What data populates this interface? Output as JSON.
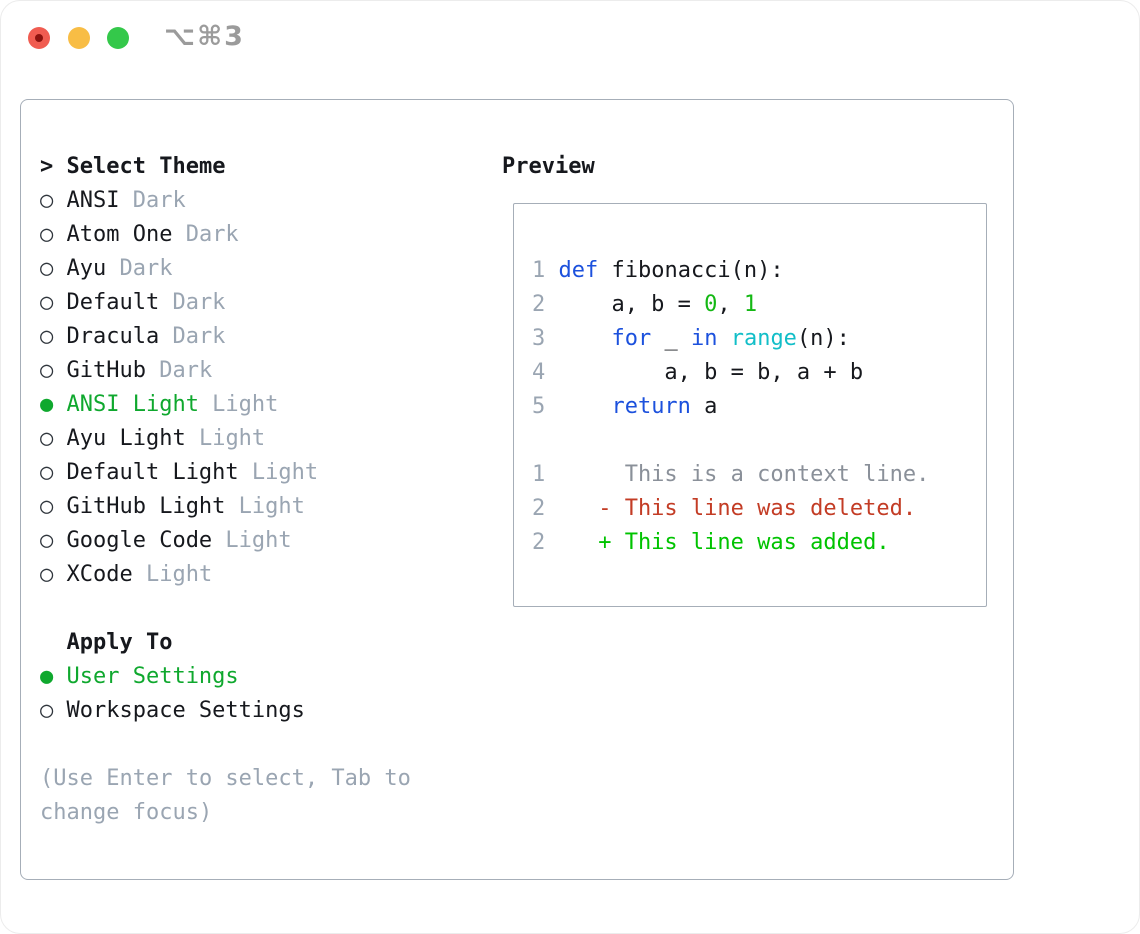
{
  "titlebar": {
    "title": "⌥⌘3"
  },
  "icons": {
    "prompt": "> ",
    "radio_on": "● ",
    "radio_off": "○ "
  },
  "colors": {
    "fg": "#16181d",
    "muted": "#9aa5b2",
    "radio": "#2f353c",
    "border": "#a6aeb8",
    "title_gray": "#9b9b9b",
    "green_sel": "#0fa82e",
    "blue": "#1c51dd",
    "cyan": "#12bec8",
    "green": "#14b814",
    "green_add": "#00c300",
    "red": "#c33c25",
    "context": "#8a9099",
    "traffic_red": "#f05c51",
    "traffic_red_dot": "#8c130f",
    "traffic_yellow": "#f8bd45",
    "traffic_green": "#34c84a"
  },
  "theme": {
    "header": "Select Theme",
    "items": [
      {
        "name": "ANSI",
        "tag": "Dark",
        "selected": false
      },
      {
        "name": "Atom One",
        "tag": "Dark",
        "selected": false
      },
      {
        "name": "Ayu",
        "tag": "Dark",
        "selected": false
      },
      {
        "name": "Default",
        "tag": "Dark",
        "selected": false
      },
      {
        "name": "Dracula",
        "tag": "Dark",
        "selected": false
      },
      {
        "name": "GitHub",
        "tag": "Dark",
        "selected": false
      },
      {
        "name": "ANSI Light",
        "tag": "Light",
        "selected": true
      },
      {
        "name": "Ayu Light",
        "tag": "Light",
        "selected": false
      },
      {
        "name": "Default Light",
        "tag": "Light",
        "selected": false
      },
      {
        "name": "GitHub Light",
        "tag": "Light",
        "selected": false
      },
      {
        "name": "Google Code",
        "tag": "Light",
        "selected": false
      },
      {
        "name": "XCode",
        "tag": "Light",
        "selected": false
      }
    ]
  },
  "apply": {
    "header": "Apply To",
    "items": [
      {
        "name": "User Settings",
        "selected": true
      },
      {
        "name": "Workspace Settings",
        "selected": false
      }
    ]
  },
  "hint": {
    "line1": "(Use Enter to select, Tab to",
    "line2": "change focus)"
  },
  "preview": {
    "header": "Preview",
    "lines": [
      {
        "num": "1",
        "tokens": [
          [
            "def",
            "blue"
          ],
          [
            " fibonacci(n):",
            "fg"
          ]
        ]
      },
      {
        "num": "2",
        "tokens": [
          [
            "    a, b = ",
            "fg"
          ],
          [
            "0",
            "green"
          ],
          [
            ", ",
            "fg"
          ],
          [
            "1",
            "green"
          ]
        ]
      },
      {
        "num": "3",
        "tokens": [
          [
            "    ",
            "fg"
          ],
          [
            "for",
            "blue"
          ],
          [
            " _ ",
            "fg"
          ],
          [
            "in",
            "blue"
          ],
          [
            " ",
            "fg"
          ],
          [
            "range",
            "cyan"
          ],
          [
            "(n):",
            "fg"
          ]
        ]
      },
      {
        "num": "4",
        "tokens": [
          [
            "        a, b = b, a + b",
            "fg"
          ]
        ]
      },
      {
        "num": "5",
        "tokens": [
          [
            "    ",
            "fg"
          ],
          [
            "return",
            "blue"
          ],
          [
            " a",
            "fg"
          ]
        ]
      },
      {
        "num": "",
        "tokens": []
      },
      {
        "num": "1",
        "tokens": [
          [
            "     This is a context line.",
            "context"
          ]
        ]
      },
      {
        "num": "2",
        "tokens": [
          [
            "   - This line was deleted.",
            "red"
          ]
        ]
      },
      {
        "num": "2",
        "tokens": [
          [
            "   + This line was added.",
            "green_add"
          ]
        ]
      }
    ]
  }
}
